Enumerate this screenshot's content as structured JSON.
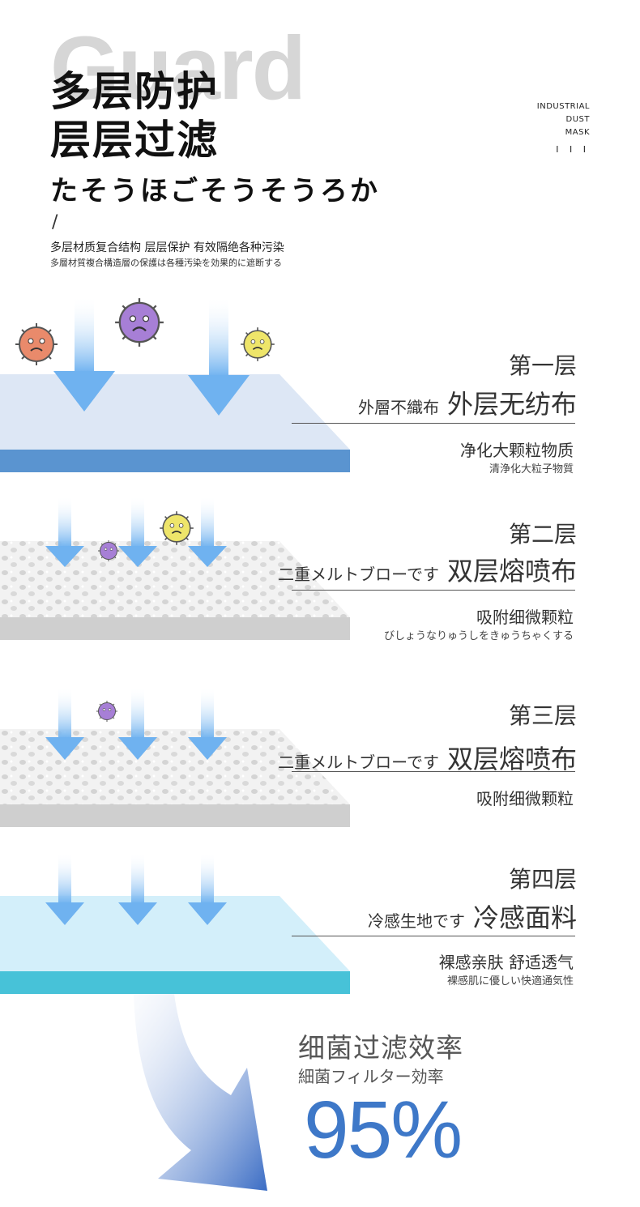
{
  "header": {
    "bg_word": "Guard",
    "title_line1": "多层防护",
    "title_line2": "层层过滤",
    "subtitle_jp": "たそうほごそうそうろか",
    "slash": "/",
    "desc_cn": "多层材质复合结构 层层保护 有效隔绝各种污染",
    "desc_jp": "多層材質複合構造層の保護は各種汚染を効果的に遮断する",
    "tag_lines": [
      "INDUSTRIAL",
      "DUST",
      "MASK"
    ],
    "tag_bars": "I I I"
  },
  "layers": [
    {
      "num": "第一层",
      "name_jp": "外層不織布",
      "name": "外层无纺布",
      "feature": "净化大颗粒物质",
      "feature_jp": "清浄化大粒子物質",
      "color": "#5a94d0"
    },
    {
      "num": "第二层",
      "name_jp": "二重メルトブローです",
      "name": "双层熔喷布",
      "feature": "吸附细微颗粒",
      "feature_jp": "びしょうなりゅうしをきゅうちゃくする",
      "color": "#cfcfcf"
    },
    {
      "num": "第三层",
      "name_jp": "二重メルトブローです",
      "name": "双层熔喷布",
      "feature": "吸附细微颗粒",
      "color": "#cfcfcf"
    },
    {
      "num": "第四层",
      "name_jp": "冷感生地です",
      "name": "冷感面料",
      "feature": "裸感亲肤 舒适透气",
      "feature_jp": "裸感肌に優しい快適通気性",
      "color": "#47c2d8"
    }
  ],
  "efficiency": {
    "label_cn": "细菌过滤效率",
    "label_jp": "細菌フィルター効率",
    "value": "95%"
  },
  "colors": {
    "arrow": "#6fb2f0",
    "accent": "#3e78c8",
    "layer1_top": "#dde7f5",
    "layer4_top": "#d3effa"
  },
  "icons": [
    "virus-orange-icon",
    "virus-purple-icon",
    "virus-yellow-icon",
    "down-arrow-icon",
    "curved-arrow-icon"
  ]
}
